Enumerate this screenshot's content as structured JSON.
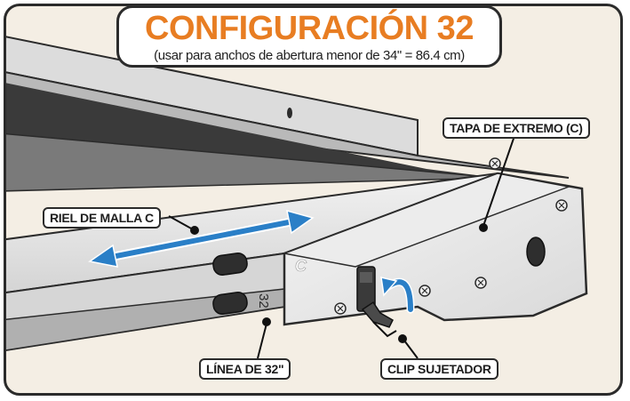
{
  "title": {
    "main": "CONFIGURACIÓN 32",
    "subtitle": "(usar para anchos de abertura menor de 34\" = 86.4 cm)"
  },
  "callouts": {
    "end_cap": "TAPA DE EXTREMO (C)",
    "mesh_rail": "RIEL DE MALLA C",
    "line_32": "LÍNEA DE 32\"",
    "clip": "CLIP SUJETADOR"
  },
  "part_marks": {
    "cap_letter": "C",
    "rail_number": "32"
  },
  "colors": {
    "title_orange": "#e87d22",
    "arrow_blue": "#2a7fc7",
    "background_beige": "#f4eee4",
    "frame_border": "#2b2b2b"
  },
  "icons": [
    "double-headed-arrow",
    "curved-rotate-arrow",
    "screw-icon"
  ]
}
